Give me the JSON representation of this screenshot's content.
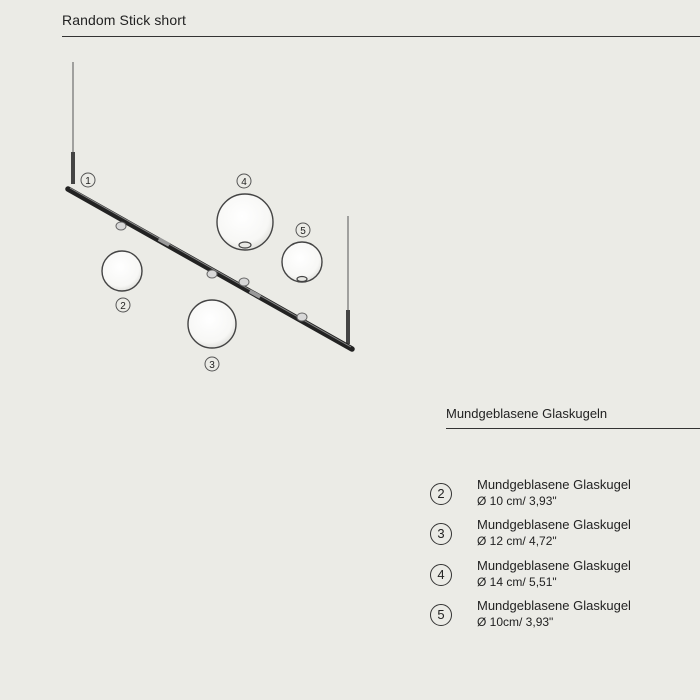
{
  "header": {
    "title": "Random Stick short"
  },
  "diagram": {
    "callouts": [
      "1",
      "2",
      "3",
      "4",
      "5"
    ]
  },
  "specs": {
    "section_title": "Mundgeblasene Glaskugeln",
    "items": [
      {
        "number": "2",
        "name": "Mundgeblasene Glaskugel",
        "size": "Ø 10 cm/ 3,93\""
      },
      {
        "number": "3",
        "name": "Mundgeblasene Glaskugel",
        "size": "Ø 12 cm/ 4,72\""
      },
      {
        "number": "4",
        "name": "Mundgeblasene Glaskugel",
        "size": "Ø 14 cm/ 5,51\""
      },
      {
        "number": "5",
        "name": "Mundgeblasene Glaskugel",
        "size": "Ø 10cm/ 3,93\""
      }
    ]
  }
}
